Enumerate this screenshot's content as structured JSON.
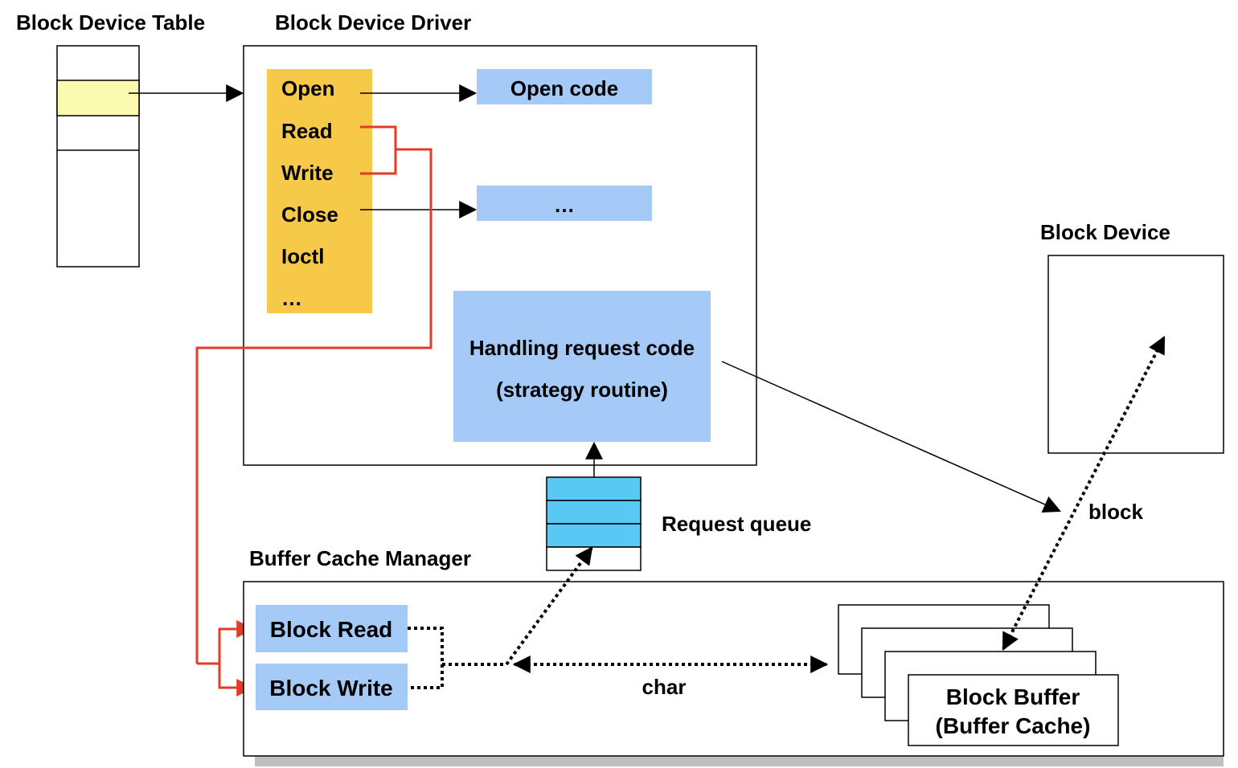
{
  "titles": {
    "block_device_table": "Block Device Table",
    "block_device_driver": "Block Device Driver",
    "block_device": "Block Device",
    "buffer_cache_manager": "Buffer Cache Manager"
  },
  "driver": {
    "ops": [
      "Open",
      "Read",
      "Write",
      "Close",
      "Ioctl",
      "…"
    ],
    "open_code": "Open code",
    "other_code": "…",
    "handler_line1": "Handling request code",
    "handler_line2": "(strategy routine)"
  },
  "request_queue_label": "Request queue",
  "block_label": "block",
  "char_label": "char",
  "buffer_manager": {
    "block_read": "Block Read",
    "block_write": "Block Write",
    "buffer_line1": "Block Buffer",
    "buffer_line2": "(Buffer Cache)"
  },
  "colors": {
    "ops_panel": "#F7C948",
    "code_box": "#A6CAF7",
    "queue_slot": "#58C8F5",
    "table_highlight": "#FBFAAF",
    "red_path": "#E23B26",
    "shadow": "#BFBFBF"
  }
}
